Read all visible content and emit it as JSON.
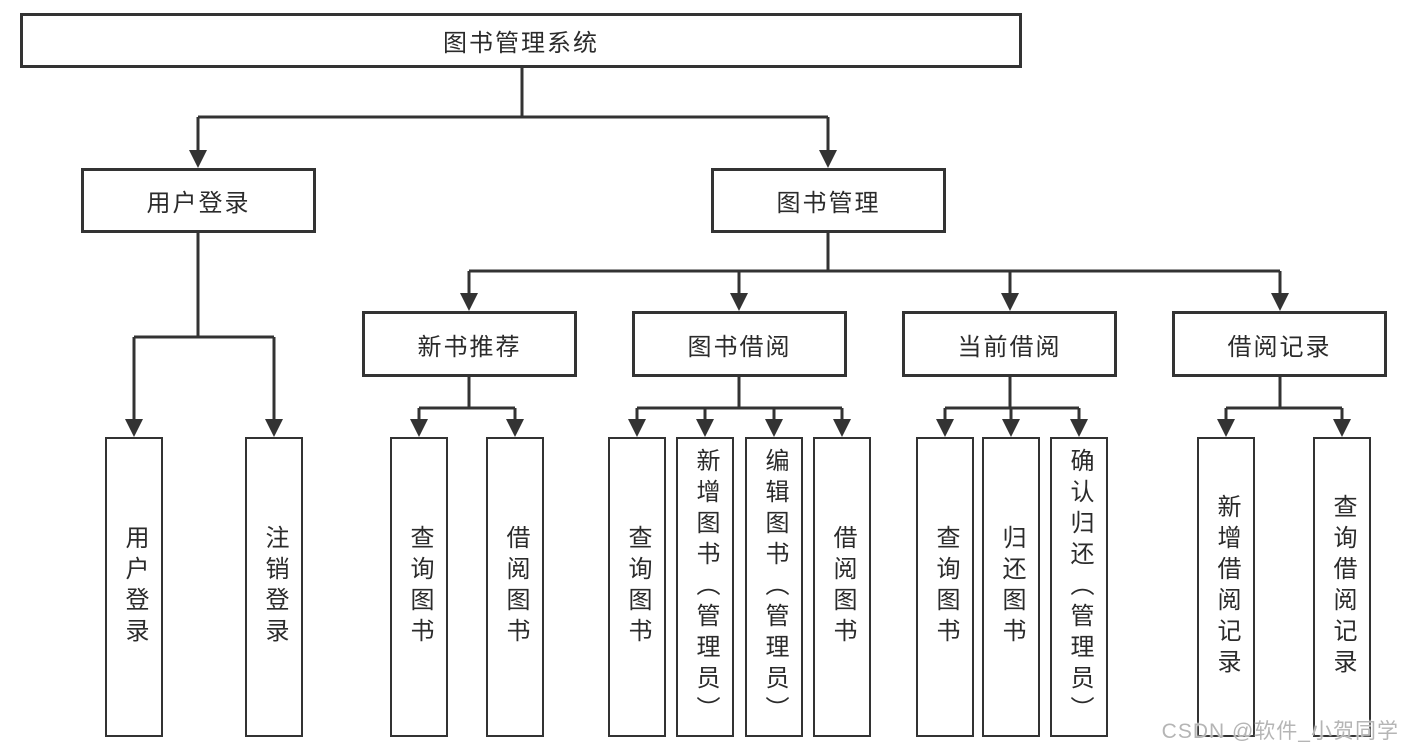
{
  "diagram": {
    "title": "图书管理系统",
    "type": "hierarchy-tree"
  },
  "colors": {
    "line": "#333333",
    "background": "#ffffff",
    "watermark_text": "#b5b5b5"
  },
  "watermark": {
    "text": "CSDN @软件_小贺同学"
  },
  "nodes": {
    "root": "图书管理系统",
    "user_login": "用户登录",
    "book_mgmt": "图书管理",
    "new_book_rec": "新书推荐",
    "book_borrow": "图书借阅",
    "current_borrow": "当前借阅",
    "borrow_record": "借阅记录",
    "user_login_leaf": "用户登录",
    "logout_leaf": "注销登录",
    "nb_query_books": "查询图书",
    "nb_borrow_books": "借阅图书",
    "bb_query_books": "查询图书",
    "bb_add_books_admin": "新增图书（管理员）",
    "bb_edit_books_admin": "编辑图书（管理员）",
    "bb_borrow_books": "借阅图书",
    "cb_query_books": "查询图书",
    "cb_return_books": "归还图书",
    "cb_confirm_return_admin": "确认归还（管理员）",
    "br_add_record": "新增借阅记录",
    "br_query_record": "查询借阅记录"
  },
  "hierarchy": {
    "图书管理系统": {
      "用户登录": [
        "用户登录",
        "注销登录"
      ],
      "图书管理": {
        "新书推荐": [
          "查询图书",
          "借阅图书"
        ],
        "图书借阅": [
          "查询图书",
          "新增图书（管理员）",
          "编辑图书（管理员）",
          "借阅图书"
        ],
        "当前借阅": [
          "查询图书",
          "归还图书",
          "确认归还（管理员）"
        ],
        "借阅记录": [
          "新增借阅记录",
          "查询借阅记录"
        ]
      }
    }
  }
}
